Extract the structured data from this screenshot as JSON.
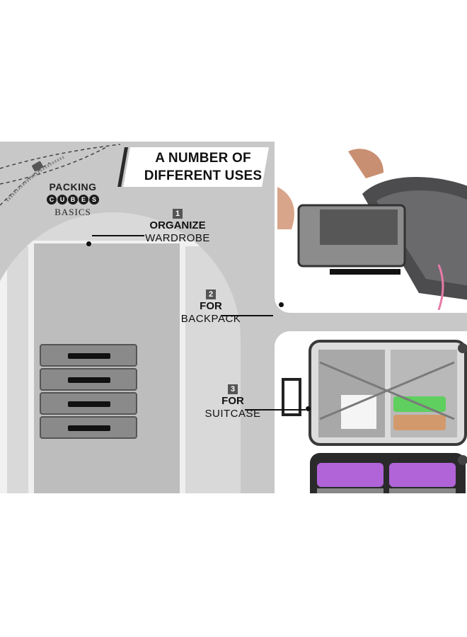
{
  "title": {
    "line1": "A NUMBER OF",
    "line2": "DIFFERENT USES"
  },
  "brand": {
    "top": "PACKING",
    "middle": [
      "C",
      "U",
      "B",
      "E",
      "S"
    ],
    "bottom": "BASICS"
  },
  "uses": [
    {
      "number": "1",
      "label_bold": "ORGANIZE",
      "label_light": "WARDROBE"
    },
    {
      "number": "2",
      "label_bold": "FOR",
      "label_light": "BACKPACK"
    },
    {
      "number": "3",
      "label_bold": "FOR",
      "label_light": "SUITCASE"
    }
  ],
  "colors": {
    "background": "#c8c8c8",
    "accent": "#111111",
    "cube_gray": "#8a8a8a",
    "suitcase_purple": "#b064d8",
    "suitcase_green": "#5fcf5f"
  }
}
